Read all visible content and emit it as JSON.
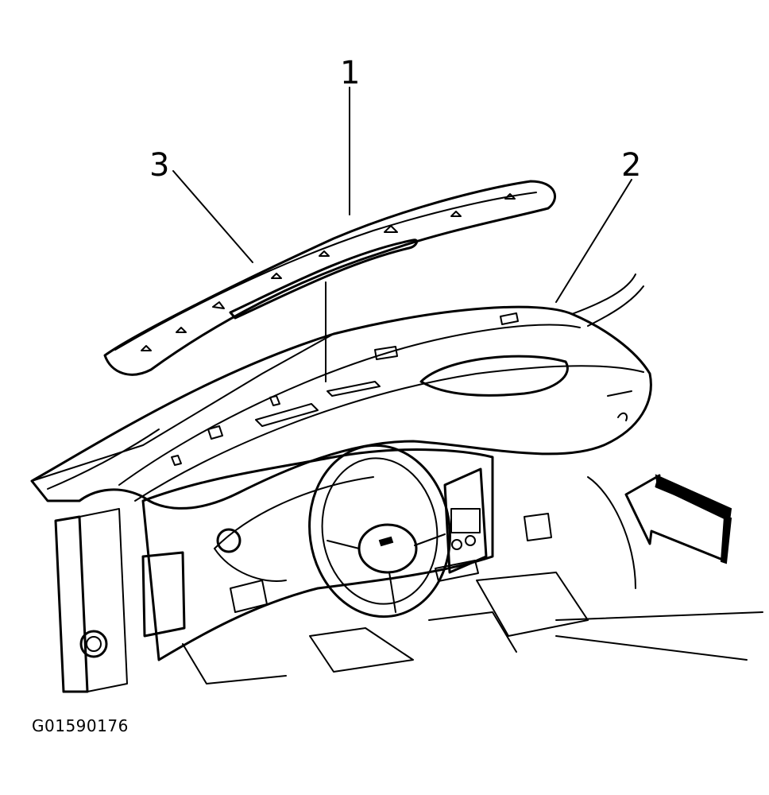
{
  "figure": {
    "id_label": "G01590176",
    "callouts": [
      {
        "number": "1",
        "part": "instrument-panel-upper-trim"
      },
      {
        "number": "2",
        "part": "instrument-panel-carrier"
      },
      {
        "number": "3",
        "part": "defroster-grille"
      }
    ]
  },
  "icons": {
    "direction_arrow": "arrow-left-icon"
  }
}
